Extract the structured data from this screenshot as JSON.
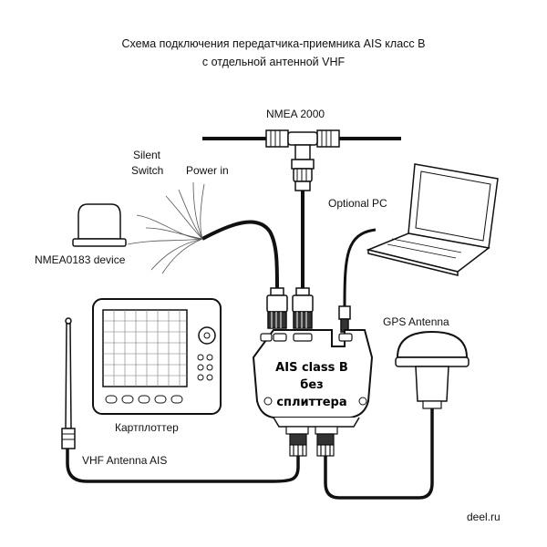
{
  "title": {
    "line1": "Схема подключения передатчика-приемника AIS класс B",
    "line2": "с отдельной антенной VHF"
  },
  "labels": {
    "nmea2000": "NMEA 2000",
    "silent": "Silent",
    "switch": "Switch",
    "power_in": "Power in",
    "optional_pc": "Optional PC",
    "nmea0183": "NMEA0183 device",
    "gps_antenna": "GPS Antenna",
    "chartplotter": "Картплоттер",
    "vhf_antenna": "VHF Antenna AIS",
    "watermark": "deel.ru"
  },
  "ais_unit": {
    "line1": "AIS class B",
    "line2": "без",
    "line3": "сплиттера"
  },
  "icons": [
    "laptop-icon",
    "gps-antenna-icon",
    "vhf-antenna-icon",
    "chartplotter-icon",
    "nmea0183-device-icon",
    "t-connector-icon"
  ]
}
